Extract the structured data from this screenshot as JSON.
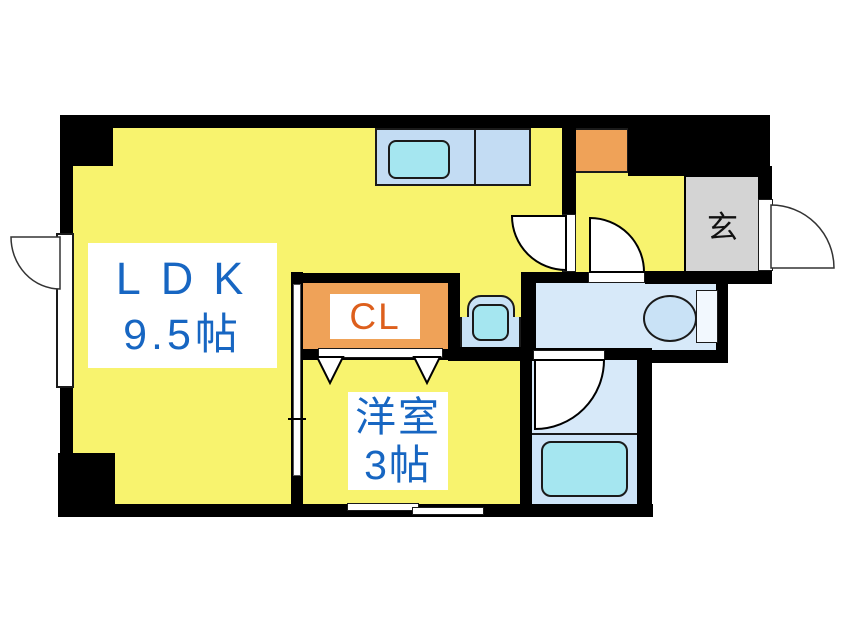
{
  "plan": {
    "rooms": {
      "ldk": {
        "label": "LDK",
        "size": "9.5帖"
      },
      "western_room": {
        "label": "洋室",
        "size": "3帖"
      },
      "closet": {
        "label": "CL"
      },
      "entrance": {
        "label": "玄"
      }
    },
    "fixtures": {
      "kitchen_counter": "kitchen-counter",
      "kitchen_sink": "kitchen-sink",
      "refrigerator_space": "refrigerator-space",
      "washbasin": "washbasin",
      "toilet": "toilet",
      "bathtub": "bathtub"
    },
    "colors": {
      "room_yellow": "#F8F36E",
      "closet_orange": "#EFA258",
      "wet_area_blue": "#D7E9F9",
      "fixture_blue": "#C9E2F6",
      "water_cyan": "#A5E6F0",
      "entrance_gray": "#D4D4D4",
      "label_blue": "#1766C2",
      "cl_text_orange": "#DD5F1C",
      "wall_black": "#000000"
    }
  }
}
